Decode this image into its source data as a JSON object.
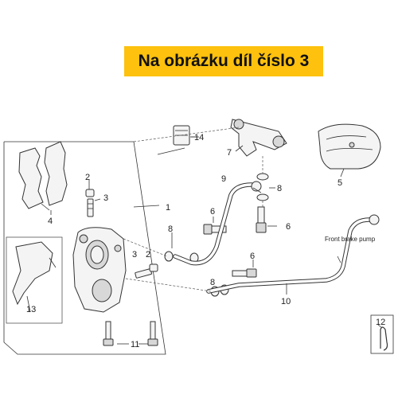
{
  "banner": {
    "text": "Na obrázku díl číslo 3",
    "bg_color": "#fdc10e"
  },
  "labels": {
    "p1": "1",
    "p2a": "2",
    "p2b": "2",
    "p3a": "3",
    "p3b": "3",
    "p4": "4",
    "p5": "5",
    "p6a": "6",
    "p6b": "6",
    "p6c": "6",
    "p7": "7",
    "p8a": "8",
    "p8b": "8",
    "p8c": "8",
    "p9": "9",
    "p10": "10",
    "p11": "11",
    "p12": "12",
    "p13": "13",
    "p14": "14",
    "front_brake_pump": "Front brake pump"
  }
}
